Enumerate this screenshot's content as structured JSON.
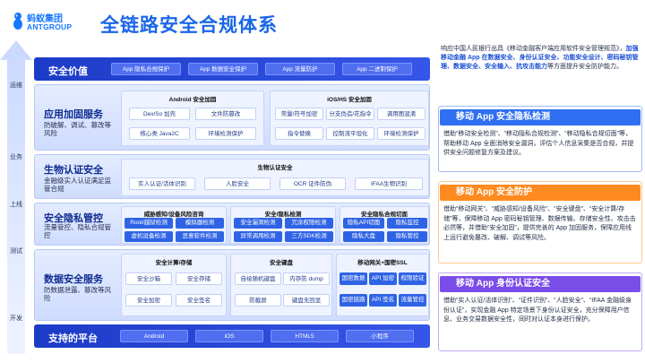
{
  "logo": {
    "cn": "蚂蚁集团",
    "en": "ANTGROUP"
  },
  "page_title": "全链路安全合规体系",
  "axis": {
    "labels": [
      "运维",
      "业务",
      "上线",
      "测试",
      "开发"
    ]
  },
  "layers": {
    "security_value": {
      "title": "安全价值",
      "chips": [
        "App 隐私合规保护",
        "App 数据安全保护",
        "App 流量防护",
        "App 二进制保护"
      ]
    },
    "app_hardening": {
      "title": "应用加固服务",
      "subtitle": "防破解、调试、篡改等风险",
      "android_title": "Android 安全加固",
      "android_chips": [
        "Dex/So 加壳",
        "文件防篡改",
        "核心类 Java2C",
        "环境检测保护"
      ],
      "ios_title": "iOS/HS 安全加固",
      "ios_chips": [
        "常量/符号加密",
        "分支伪造/花指令",
        "调用图混淆",
        "指令替换",
        "控制流平坦化",
        "环境检测保护"
      ]
    },
    "bio_auth": {
      "title": "生物认证安全",
      "subtitle": "金融级实人认证满足监管合规",
      "group_title": "生物认证安全",
      "chips": [
        "实人认证/活体识别",
        "人脸安全",
        "OCR 证件防伪",
        "IFAA生物识别"
      ]
    },
    "privacy": {
      "title": "安全隐私管控",
      "subtitle": "流量管控、隐私合规管控",
      "group1_title": "威胁感知/设备风险咨询",
      "group1_chips": [
        "Root/越狱检测",
        "模拟器检测",
        "虚机设备检测",
        "恶意软件检测"
      ],
      "group2_title": "安全/隐私检测",
      "group2_chips": [
        "安全漏洞检测",
        "冗余权限检测",
        "异常调用检测",
        "三方SDK检测"
      ],
      "group3_title": "安全隐私合规切面",
      "group3_chips": [
        "隐私API切面",
        "隐私监控",
        "隐私大盘",
        "隐私管控"
      ]
    },
    "data_security": {
      "title": "数据安全服务",
      "subtitle": "防数据泄露、篡改等风险",
      "group1_title": "安全计算/存储",
      "group1_chips": [
        "安全沙箱",
        "安全存储",
        "安全加密",
        "安全签名"
      ],
      "group2_title": "安全键盘",
      "group2_chips": [
        "自绘随机键盘",
        "内存防 dump",
        "防截屏",
        "键盘无回显"
      ],
      "group3_title": "移动网关+国密SSL",
      "group3_chips": [
        "国密数据",
        "API 加密",
        "权限验证",
        "国密链路",
        "API 签名",
        "流量管控"
      ]
    },
    "platform": {
      "title": "支持的平台",
      "chips": [
        "Android",
        "iOS",
        "HTML5",
        "小程序"
      ]
    }
  },
  "right": {
    "intro_plain1": "响应中国人民银行出具《移动金融客户端应用软件安全管理规范》，",
    "intro_highlight": "加强移动金融 App 在数据安全、身份认证安全、功能安全设计、密码秘钥管理、数据安全、安全输入、抗攻击能力",
    "intro_plain2": "等方面提升安全防护能力。",
    "sections": [
      {
        "title": "移动 App 安全隐私检测",
        "text": "借助“移动安全检测”、“移动隐私合规检测”、“移动隐私合规切面”等，帮助移动 App 全面消除安全漏洞，评估个人信息采集是否合规，并提供安全问题修复方案及建议。"
      },
      {
        "title": "移动 App 安全防护",
        "text": "借助“移动网关”、“威胁感知/设备风险”、“安全键盘”、“安全计算/存储”等，保障移动 App 密码秘钥管理、数据传输、存储安全性、攻击击必然等，并借助“安全加固”，提供完善的 App 加固服务，保障应用线上运行避免篡改、破解、调试等风险。"
      },
      {
        "title": "移动 App 身份认证安全",
        "text": "借助“实人认证/活体识别”、“证件识别”、“人脸安全”、“IFAA 金融级身份认证”，实现金融 App 特定场景下身份认证安全，充分保障用户信息、业务交易数据安全性，同时对认证本身进行保护。"
      }
    ]
  },
  "colors": {
    "brand": "#1677ff",
    "title": "#1a66e8",
    "dark_band": "#1c3cc7",
    "section_blue": "#2f6ff2",
    "section_orange": "#ff8a1f",
    "section_purple": "#7b4de8"
  }
}
